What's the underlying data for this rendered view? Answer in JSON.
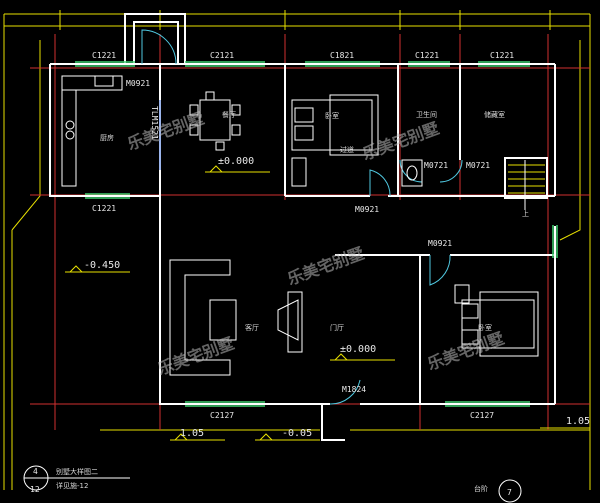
{
  "labels": {
    "windows": [
      "C1221",
      "C2121",
      "C1821",
      "C1221",
      "C1221",
      "C1221",
      "C2127",
      "C2127"
    ],
    "doors": [
      "M0921",
      "M0721",
      "M0721",
      "M0921",
      "M0921",
      "M1824"
    ],
    "door_vertical": "TLM1521",
    "rooms": {
      "kitchen": "厨房",
      "dining": "餐厅",
      "bedroom1": "卧室",
      "toilet": "卫生间",
      "storage": "储藏室",
      "living": "客厅",
      "hall": "门厅",
      "bedroom2": "卧室",
      "passage": "过道"
    },
    "levels": {
      "dining": "±0.000",
      "hall": "±0.000",
      "outside_left": "-0.450",
      "steps_left": "1.05",
      "steps_mid": "-0.05",
      "right": "1.05"
    },
    "stair": "上",
    "title_block": {
      "num_top": "4",
      "num_bottom": "12",
      "line1": "别墅大样图二",
      "line2": "详见施-12",
      "right_text": "台阶",
      "right_num": "7"
    },
    "watermark": "乐美宅别墅"
  },
  "colors": {
    "wall": "#ffffff",
    "axis": "#d03030",
    "dim": "#e8e000",
    "window": "#3fd070",
    "cyan": "#50c8e0",
    "blue": "#3a6bd8"
  }
}
